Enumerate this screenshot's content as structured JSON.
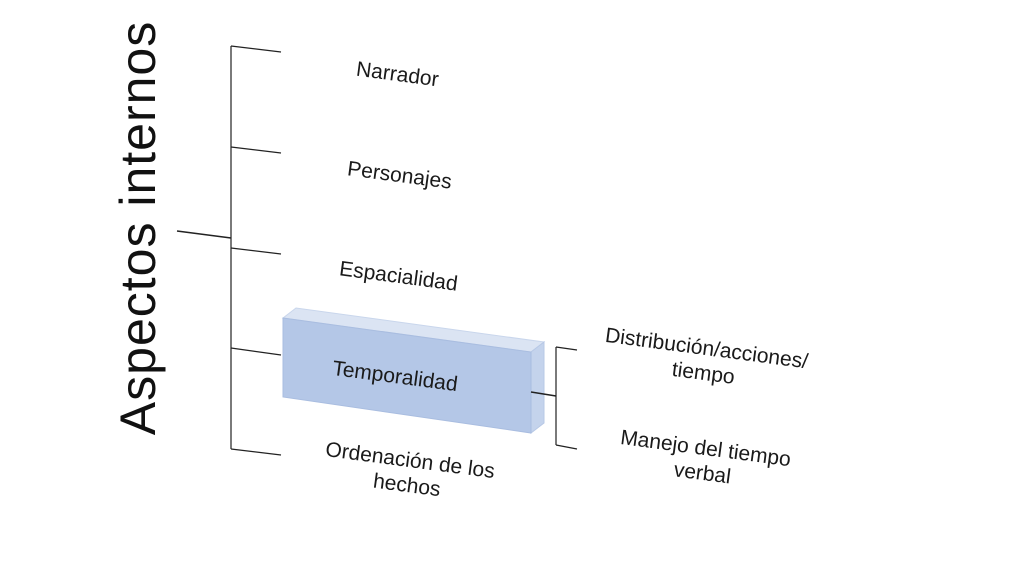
{
  "title": "Aspectos internos",
  "items": [
    {
      "label": "Narrador"
    },
    {
      "label": "Personajes"
    },
    {
      "label": "Espacialidad"
    },
    {
      "label": "Temporalidad",
      "highlighted": true
    },
    {
      "label": "Ordenación de los hechos"
    }
  ],
  "sub_items": [
    {
      "label": "Distribución/acciones/ tiempo"
    },
    {
      "label": "Manejo del tiempo verbal"
    }
  ],
  "colors": {
    "highlight_face": "#b4c7e7",
    "highlight_side": "#dbe4f3",
    "line": "#222222"
  }
}
